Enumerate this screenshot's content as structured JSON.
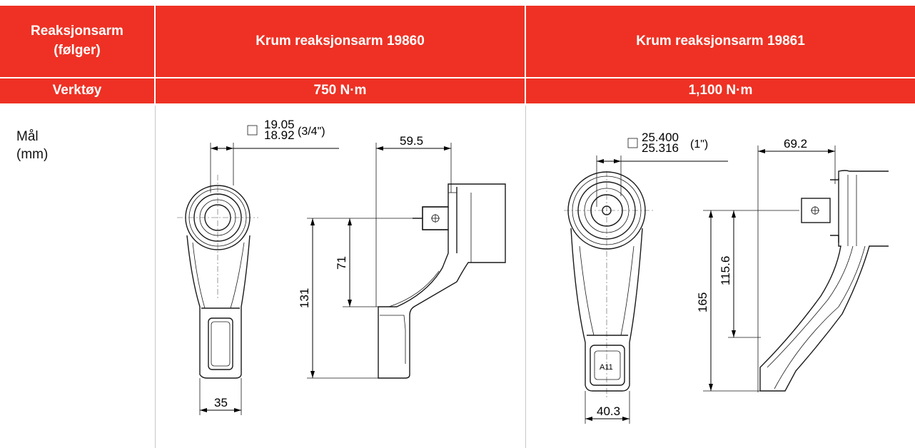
{
  "header": {
    "row1_label_line1": "Reaksjonsarm",
    "row1_label_line2": "(følger)",
    "col1_title": "Krum reaksjonsarm 19860",
    "col2_title": "Krum reaksjonsarm 19861",
    "row2_label": "Verktøy",
    "col1_tool": "750 N·m",
    "col2_tool": "1,100 N·m"
  },
  "body": {
    "label_line1": "Mål",
    "label_line2": "(mm)"
  },
  "drawing_19860": {
    "square_upper": "19.05",
    "square_lower": "18.92",
    "square_inch": "(3/4\")",
    "dim_top": "59.5",
    "dim_71": "71",
    "dim_131": "131",
    "dim_35": "35"
  },
  "drawing_19861": {
    "square_upper": "25.400",
    "square_lower": "25.316",
    "square_inch": "(1\")",
    "dim_top": "69.2",
    "dim_115": "115.6",
    "dim_165": "165",
    "dim_40": "40.3",
    "marking": "A11"
  },
  "colors": {
    "header_bg": "#ee3124",
    "header_text": "#ffffff"
  }
}
